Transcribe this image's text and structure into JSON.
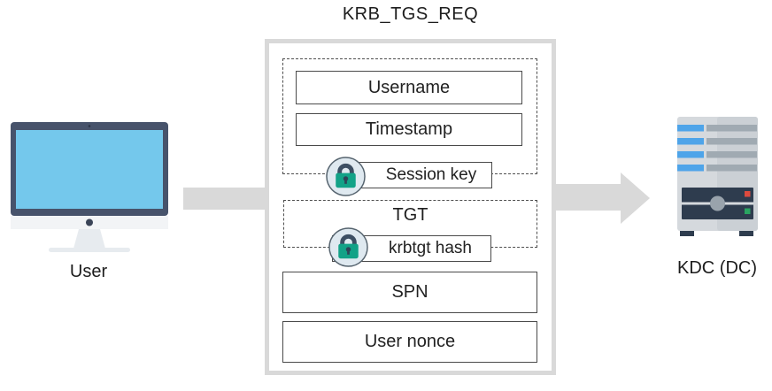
{
  "diagram": {
    "title": "KRB_TGS_REQ",
    "sender": {
      "label": "User",
      "icon": "computer-monitor-icon"
    },
    "receiver": {
      "label": "KDC (DC)",
      "icon": "server-tower-icon"
    },
    "request": {
      "session_encrypted": {
        "fields": [
          {
            "label": "Username"
          },
          {
            "label": "Timestamp"
          }
        ],
        "key": {
          "label": "Session key",
          "icon": "padlock-icon"
        }
      },
      "tgt_encrypted": {
        "label": "TGT",
        "key": {
          "label": "krbtgt hash",
          "icon": "padlock-icon"
        }
      },
      "plain_fields": [
        {
          "label": "SPN"
        },
        {
          "label": "User nonce"
        }
      ]
    }
  },
  "colors": {
    "arrow_gray": "#d9d9d9",
    "outer_border_gray": "#d9d9d9",
    "box_border": "#4a4a4a",
    "text": "#1e1e1e",
    "lock_body_teal": "#12a287",
    "lock_shackle": "#3d4f63",
    "lock_circle_fill": "#dfe9f0",
    "lock_circle_border": "#55636e",
    "monitor_bezel": "#47536b",
    "monitor_screen": "#74c8ec",
    "monitor_chin": "#f2f4f6",
    "server_body": "#d5d9dd",
    "server_shade": "#cbd0d5",
    "server_bar_blue": "#4ea4e9",
    "server_bar_gray": "#a0aab2",
    "server_panel": "#2e3c4e",
    "led_red": "#dd4a3e",
    "led_green": "#2aa561"
  }
}
